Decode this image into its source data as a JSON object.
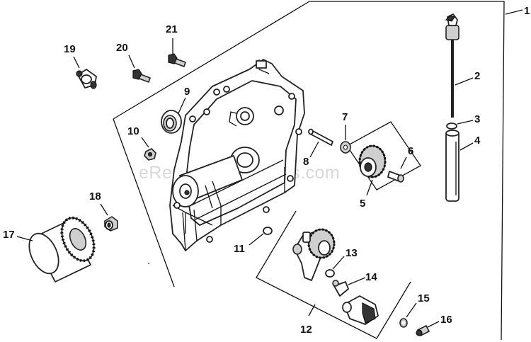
{
  "watermark": "eReplacementParts.com",
  "callouts": [
    {
      "id": "1",
      "text": "1"
    },
    {
      "id": "2",
      "text": "2"
    },
    {
      "id": "3",
      "text": "3"
    },
    {
      "id": "4",
      "text": "4"
    },
    {
      "id": "5",
      "text": "5"
    },
    {
      "id": "6",
      "text": "6"
    },
    {
      "id": "7",
      "text": "7"
    },
    {
      "id": "8",
      "text": "8"
    },
    {
      "id": "9",
      "text": "9"
    },
    {
      "id": "10",
      "text": "10"
    },
    {
      "id": "11",
      "text": "11"
    },
    {
      "id": "12",
      "text": "12"
    },
    {
      "id": "13",
      "text": "13"
    },
    {
      "id": "14",
      "text": "14"
    },
    {
      "id": "15",
      "text": "15"
    },
    {
      "id": "16",
      "text": "16"
    },
    {
      "id": "17",
      "text": "17"
    },
    {
      "id": "18",
      "text": "18"
    },
    {
      "id": "19",
      "text": "19"
    },
    {
      "id": "20",
      "text": "20"
    },
    {
      "id": "21",
      "text": "21"
    }
  ]
}
